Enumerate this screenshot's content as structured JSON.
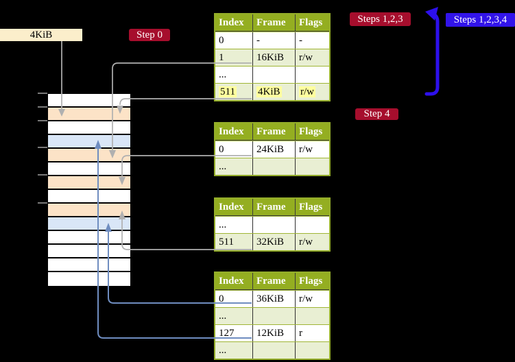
{
  "labels": {
    "page_size": "4KiB",
    "step0": "Step 0",
    "steps_123": "Steps 1,2,3",
    "steps_1234": "Steps 1,2,3,4",
    "step4": "Step 4"
  },
  "colors": {
    "background": "#000000",
    "table_header_bg": "#94ae21",
    "table_header_text": "#ffffff",
    "table_row_white": "#ffffff",
    "table_row_green": "#e9efd3",
    "table_border": "#94ad2a",
    "table_row_divider": "#9fb534",
    "cell_highlight": "#ffff9e",
    "red_badge_bg": "#a60e2d",
    "blue_badge_bg": "#3214ea",
    "badge_text": "#ffffff",
    "wheat_badge_bg": "#fbeecb",
    "gray_connector": "#b0b0b0",
    "blue_connector": "#6f8dc0",
    "thick_arrow": "#2d10ec",
    "memory_page_table": "#fce3c7",
    "memory_mapped": "#d9e6f7",
    "memory_free": "#ffffff",
    "tick": "#7a7a7a"
  },
  "tables": [
    {
      "name": "level-4-page-table",
      "headers": [
        "Index",
        "Frame",
        "Flags"
      ],
      "rows": [
        {
          "cells": [
            "0",
            "-",
            "-"
          ],
          "alt": false,
          "highlight": false
        },
        {
          "cells": [
            "1",
            "16KiB",
            "r/w"
          ],
          "alt": true,
          "highlight": false
        },
        {
          "cells": [
            "...",
            "",
            ""
          ],
          "alt": false,
          "highlight": false
        },
        {
          "cells": [
            "511",
            "4KiB",
            "r/w"
          ],
          "alt": true,
          "highlight": true
        }
      ]
    },
    {
      "name": "level-3-page-table",
      "headers": [
        "Index",
        "Frame",
        "Flags"
      ],
      "rows": [
        {
          "cells": [
            "0",
            "24KiB",
            "r/w"
          ],
          "alt": false,
          "highlight": false
        },
        {
          "cells": [
            "...",
            "",
            ""
          ],
          "alt": true,
          "highlight": false
        }
      ]
    },
    {
      "name": "level-2-page-table",
      "headers": [
        "Index",
        "Frame",
        "Flags"
      ],
      "rows": [
        {
          "cells": [
            "...",
            "",
            ""
          ],
          "alt": false,
          "highlight": false
        },
        {
          "cells": [
            "511",
            "32KiB",
            "r/w"
          ],
          "alt": true,
          "highlight": false
        }
      ]
    },
    {
      "name": "level-1-page-table",
      "headers": [
        "Index",
        "Frame",
        "Flags"
      ],
      "rows": [
        {
          "cells": [
            "0",
            "36KiB",
            "r/w"
          ],
          "alt": false,
          "highlight": false
        },
        {
          "cells": [
            "...",
            "",
            ""
          ],
          "alt": true,
          "highlight": false
        },
        {
          "cells": [
            "127",
            "12KiB",
            "r"
          ],
          "alt": false,
          "highlight": false
        },
        {
          "cells": [
            "...",
            "",
            ""
          ],
          "alt": true,
          "highlight": false
        }
      ]
    }
  ],
  "memory_column": {
    "rows": [
      "free",
      "page_table",
      "free",
      "mapped",
      "page_table",
      "free",
      "page_table",
      "free",
      "page_table",
      "mapped",
      "free",
      "free",
      "free",
      "free"
    ]
  }
}
